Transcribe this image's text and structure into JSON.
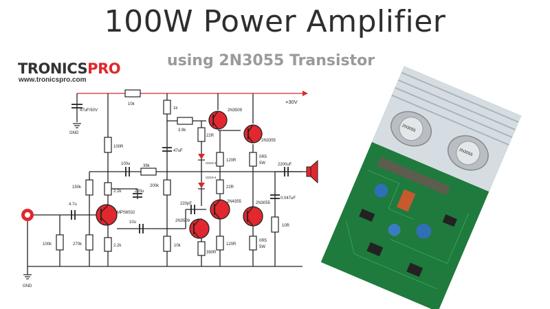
{
  "header": {
    "title": "100W Power Amplifier",
    "subtitle": "using 2N3055 Transistor"
  },
  "brand": {
    "logo_main": "TRONICS",
    "logo_accent": "PRO",
    "url": "www.tronicspro.com",
    "accent_color": "#e0282e"
  },
  "schematic": {
    "supply": "+30V",
    "gnd_top": "GND",
    "gnd_bottom": "GND",
    "labels": {
      "c_supply": "47uF/50V",
      "r_top": "10k",
      "r_1k": "1k",
      "q_2n3509_top": "2N3509",
      "r_3_9k": "3.9k",
      "r_22r_a": "22R",
      "q_2n3355_top": "2N3355",
      "r_100r": "100R",
      "c_47uf": "47uF",
      "r_120r_a": "120R",
      "r_0r5_a": "0R5",
      "r_5w_a": "5W",
      "c_2200uf": "2200uF",
      "c_100u": "100u",
      "r_39k": "39k",
      "d_1": "CD10-4",
      "d_2": "CD10-4",
      "r_150k": "150k",
      "r_2_2k_a": "2.2k",
      "c_220u": "220u",
      "r_200k": "200k",
      "r_22r_b": "22R",
      "c_220pf": "220pF",
      "q_2n4355": "2N4355",
      "q_2n3055": "2N3055",
      "c_0_047uf": "0.047uF",
      "c_4_7u": "4.7u",
      "q_mps6532": "MPS6532",
      "c_10u": "10u",
      "q_2n3509_bot": "2N3509",
      "r_100k": "100k",
      "r_270k": "270k",
      "r_2_2k_b": "2.2k",
      "r_10k": "10k",
      "r_390r": "390R",
      "r_120r_b": "120R",
      "r_0r5_b": "0R5",
      "r_5w_b": "5W",
      "r_10r": "10R"
    }
  },
  "photo": {
    "chip_1": "2N3055",
    "chip_2": "2N3055"
  }
}
